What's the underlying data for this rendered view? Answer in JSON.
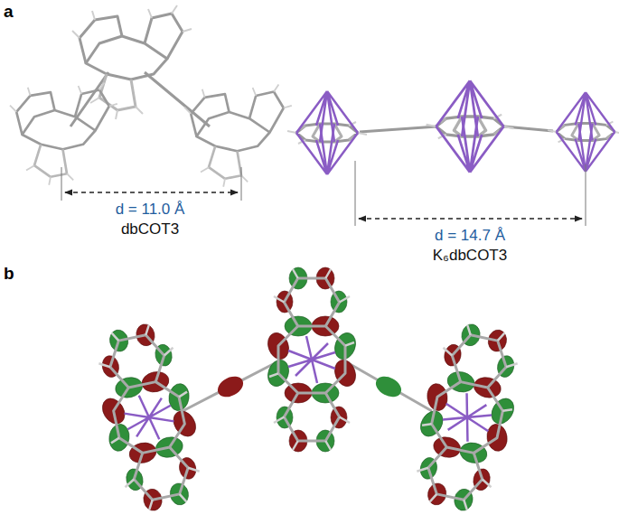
{
  "diagram": {
    "labels": [
      "a",
      "d = 11.0 Å",
      "dbCOT3",
      "d = 14.7 Å",
      "K₆dbCOT3",
      "b"
    ]
  }
}
